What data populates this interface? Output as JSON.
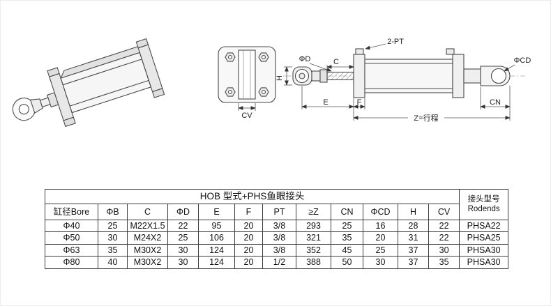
{
  "page": {
    "background": "#ffffff",
    "line_color": "#444444"
  },
  "drawings": {
    "flange_view": {
      "cv_label": "CV"
    },
    "side_view": {
      "labels": {
        "phi_d": "ΦD",
        "c": "C",
        "h": "H",
        "two_pt": "2-PT",
        "phi_cd": "ΦCD",
        "e": "E",
        "f": "F",
        "cn": "CN",
        "z_stroke": "Z=行程"
      }
    }
  },
  "table": {
    "title": "HOB 型式+PHS鱼眼接头",
    "rodends_line1": "接头型号",
    "rodends_line2": "Rodends",
    "columns": [
      "缸径Bore",
      "ΦB",
      "C",
      "ΦD",
      "E",
      "F",
      "PT",
      "≥Z",
      "CN",
      "ΦCD",
      "H",
      "CV"
    ],
    "rows": [
      [
        "Φ40",
        "25",
        "M22X1.5",
        "22",
        "95",
        "20",
        "3/8",
        "293",
        "25",
        "16",
        "28",
        "22",
        "PHSA22"
      ],
      [
        "Φ50",
        "30",
        "M24X2",
        "25",
        "106",
        "20",
        "3/8",
        "321",
        "35",
        "20",
        "31",
        "22",
        "PHSA25"
      ],
      [
        "Φ63",
        "35",
        "M30X2",
        "30",
        "124",
        "20",
        "3/8",
        "352",
        "45",
        "25",
        "37",
        "30",
        "PHSA30"
      ],
      [
        "Φ80",
        "40",
        "M30X2",
        "30",
        "124",
        "20",
        "1/2",
        "388",
        "50",
        "30",
        "37",
        "35",
        "PHSA30"
      ]
    ]
  }
}
